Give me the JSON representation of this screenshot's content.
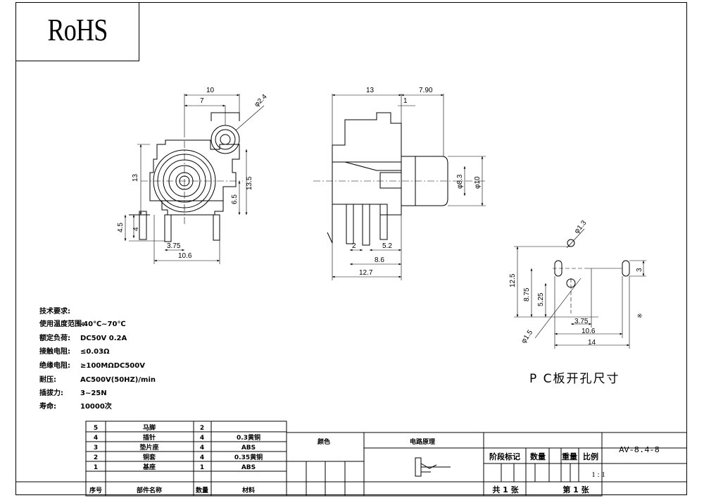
{
  "rohs": "RoHS",
  "front_view": {
    "dims": {
      "d10": "10",
      "d7": "7",
      "d13": "13",
      "d13_5": "13.5",
      "d6_5": "6.5",
      "d4_5": "4.5",
      "d4": "4",
      "d3_75": "3.75",
      "d10_6": "10.6",
      "d2_4": "φ2.4"
    }
  },
  "side_view": {
    "dims": {
      "d13": "13",
      "d7_90": "7.90",
      "d1": "1",
      "d8_3": "φ8.3",
      "d10": "φ10",
      "d2": "2",
      "d5_2": "5.2",
      "d8_6": "8.6",
      "d12_7": "12.7"
    }
  },
  "pcb_layout": {
    "caption": "P C板开孔尺寸",
    "dims": {
      "d1_3": "φ1.3",
      "d12_5": "12.5",
      "d8_75": "8.75",
      "d5_25": "5.25",
      "d3_75": "3.75",
      "d10_6": "10.6",
      "d14": "14",
      "d1_5": "φ1.5",
      "d3": "3",
      "mark": "※"
    }
  },
  "specs": {
    "title": "技术要求:",
    "rows": [
      {
        "label": "使用温度范围:",
        "value": "-40℃~70℃"
      },
      {
        "label": "额定负荷:",
        "value": "DC50V 0.2A"
      },
      {
        "label": "接触电阻:",
        "value": "≤0.03Ω"
      },
      {
        "label": "绝缘电阻:",
        "value": "≥100MΩDC500V"
      },
      {
        "label": "耐压:",
        "value": "AC500V(50HZ)/min"
      },
      {
        "label": "插拔力:",
        "value": "3~25N"
      },
      {
        "label": "寿命:",
        "value": "10000次"
      }
    ]
  },
  "bom": {
    "headers": [
      "序号",
      "部件名称",
      "数量",
      "材料"
    ],
    "rows": [
      {
        "no": "5",
        "name": "马脚",
        "qty": "2",
        "material": ""
      },
      {
        "no": "4",
        "name": "插针",
        "qty": "4",
        "material": "0.3黄铜"
      },
      {
        "no": "3",
        "name": "垫片座",
        "qty": "4",
        "material": "ABS"
      },
      {
        "no": "2",
        "name": "铜套",
        "qty": "4",
        "material": "0.35黄铜"
      },
      {
        "no": "1",
        "name": "基座",
        "qty": "1",
        "material": "ABS"
      }
    ]
  },
  "title_block": {
    "color_label": "颜色",
    "circuit_label": "电路原理",
    "stage_label": "阶段标记",
    "quantity_label": "数量",
    "weight_label": "重量",
    "scale_label": "比例",
    "scale_value": "1 : 1",
    "part_no": "AV-8.4-8",
    "sheets_total": "共 1 张",
    "sheet_no": "第 1 张"
  }
}
